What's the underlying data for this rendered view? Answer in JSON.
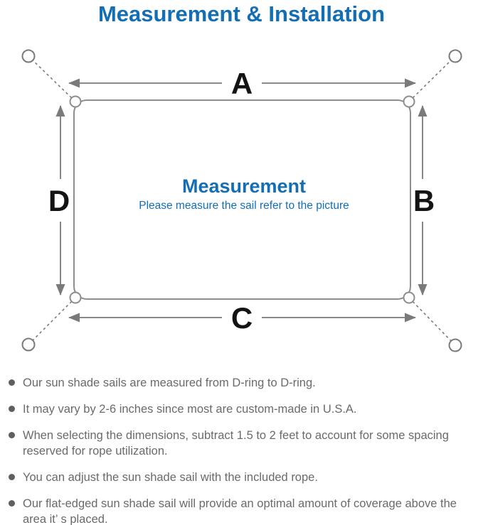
{
  "title": "Measurement & Installation",
  "colors": {
    "accent_blue": "#146eb4",
    "line_gray": "#7a7a7a",
    "sail_border_gray": "#8d8d8d",
    "note_text_gray": "#6a6a6a",
    "label_black": "#141414"
  },
  "diagram": {
    "labels": {
      "top": "A",
      "right": "B",
      "bottom": "C",
      "left": "D"
    },
    "center_title": "Measurement",
    "center_subtitle": "Please measure the sail refer to the picture"
  },
  "notes": [
    "Our sun shade sails are measured from D-ring to D-ring.",
    "It may vary by 2-6 inches since most are custom-made in U.S.A.",
    "When selecting the dimensions, subtract 1.5 to 2 feet to account for some spacing reserved for rope utilization.",
    "You can adjust the sun shade sail with the included rope.",
    "Our flat-edged sun shade sail will provide an optimal amount of coverage above the area it’ s placed."
  ]
}
